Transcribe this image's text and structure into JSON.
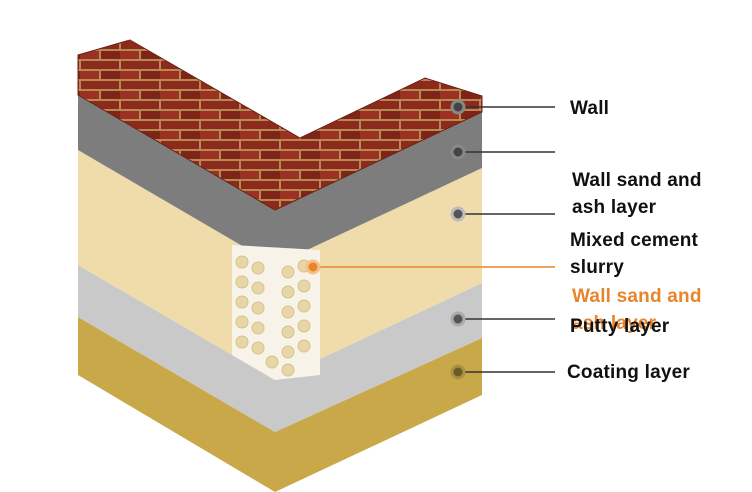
{
  "diagram": {
    "layers": [
      {
        "id": "wall",
        "label": "Wall",
        "color": "#222222"
      },
      {
        "id": "sand-ash-1",
        "label": "Wall sand and\nash layer",
        "color": "#222222"
      },
      {
        "id": "cement-slurry",
        "label": "Mixed cement\nslurry",
        "color": "#222222"
      },
      {
        "id": "sand-ash-2",
        "label": "Wall sand and\nash layer",
        "color": "#e8842a"
      },
      {
        "id": "putty",
        "label": "Putty layer",
        "color": "#222222"
      },
      {
        "id": "coating",
        "label": "Coating layer",
        "color": "#222222"
      }
    ],
    "colors": {
      "brick": "#8a2a1c",
      "mortar": "#c9a062",
      "gray": "#7d7d7d",
      "cream": "#efdcaa",
      "lightgray": "#c9c9c9",
      "gold": "#c9a84a",
      "accent": "#e8842a"
    }
  }
}
